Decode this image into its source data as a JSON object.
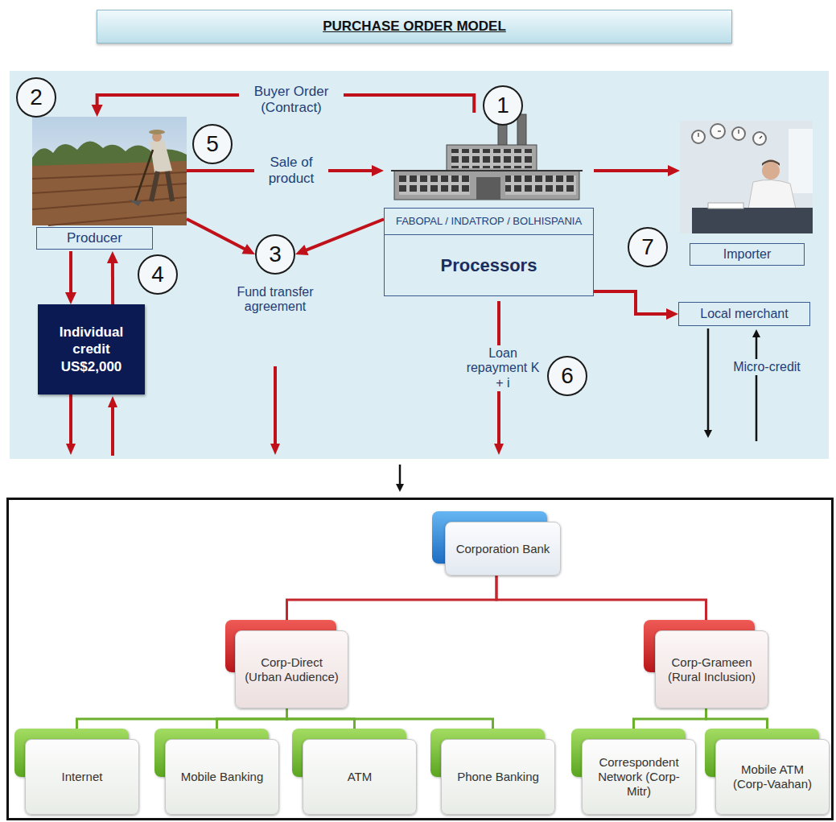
{
  "diagram": {
    "title": "PURCHASE ORDER MODEL",
    "nodes": [
      {
        "text": [
          "Producer"
        ]
      },
      {
        "text": [
          "Individual credit US$2,000"
        ]
      },
      {
        "text": [
          "FABOPAL / INDATROP / BOLHISPANIA",
          "Processors"
        ]
      },
      {
        "text": [
          "Importer"
        ]
      },
      {
        "text": [
          "Local merchant"
        ]
      },
      {
        "text": [
          "1"
        ]
      },
      {
        "text": [
          "2"
        ]
      },
      {
        "text": [
          "3"
        ]
      },
      {
        "text": [
          "4"
        ]
      },
      {
        "text": [
          "5"
        ]
      },
      {
        "text": [
          "6"
        ]
      },
      {
        "text": [
          "7"
        ]
      },
      {
        "text": [
          "Corporation Bank"
        ]
      },
      {
        "text": [
          "Corp-Direct (Urban Audience)"
        ]
      },
      {
        "text": [
          "Corp-Grameen (Rural Inclusion)"
        ]
      },
      {
        "text": [
          "Internet"
        ]
      },
      {
        "text": [
          "Mobile Banking"
        ]
      },
      {
        "text": [
          "ATM"
        ]
      },
      {
        "text": [
          "Phone Banking"
        ]
      },
      {
        "text": [
          "Correspondent Network (Corp-Mitr)"
        ]
      },
      {
        "text": [
          "Mobile ATM (Corp-Vaahan)"
        ]
      }
    ],
    "edges": [
      {
        "from": 2,
        "to": 0,
        "label": "Buyer Order (Contract)",
        "arrow": "to"
      },
      {
        "from": 0,
        "to": 2,
        "label": "Sale of product",
        "arrow": "to"
      },
      {
        "from": 0,
        "to": 7,
        "arrow": "to"
      },
      {
        "from": 2,
        "to": 7,
        "arrow": "to"
      },
      {
        "from": 0,
        "to": 1,
        "arrow": "to"
      },
      {
        "from": 1,
        "to": 0,
        "arrow": "to"
      },
      {
        "from": 2,
        "to": 3,
        "arrow": "to"
      },
      {
        "from": 2,
        "to": 4,
        "arrow": "to"
      },
      {
        "from": 12,
        "to": 13,
        "arrow": "none"
      },
      {
        "from": 12,
        "to": 14,
        "arrow": "none"
      },
      {
        "from": 13,
        "to": 15,
        "arrow": "none"
      },
      {
        "from": 13,
        "to": 16,
        "arrow": "none"
      },
      {
        "from": 13,
        "to": 17,
        "arrow": "none"
      },
      {
        "from": 13,
        "to": 18,
        "arrow": "none"
      },
      {
        "from": 14,
        "to": 19,
        "arrow": "none"
      },
      {
        "from": 14,
        "to": 20,
        "arrow": "none"
      }
    ],
    "labels": [
      "Fund transfer agreement",
      "Loan repayment K + i",
      "Micro-credit"
    ]
  }
}
